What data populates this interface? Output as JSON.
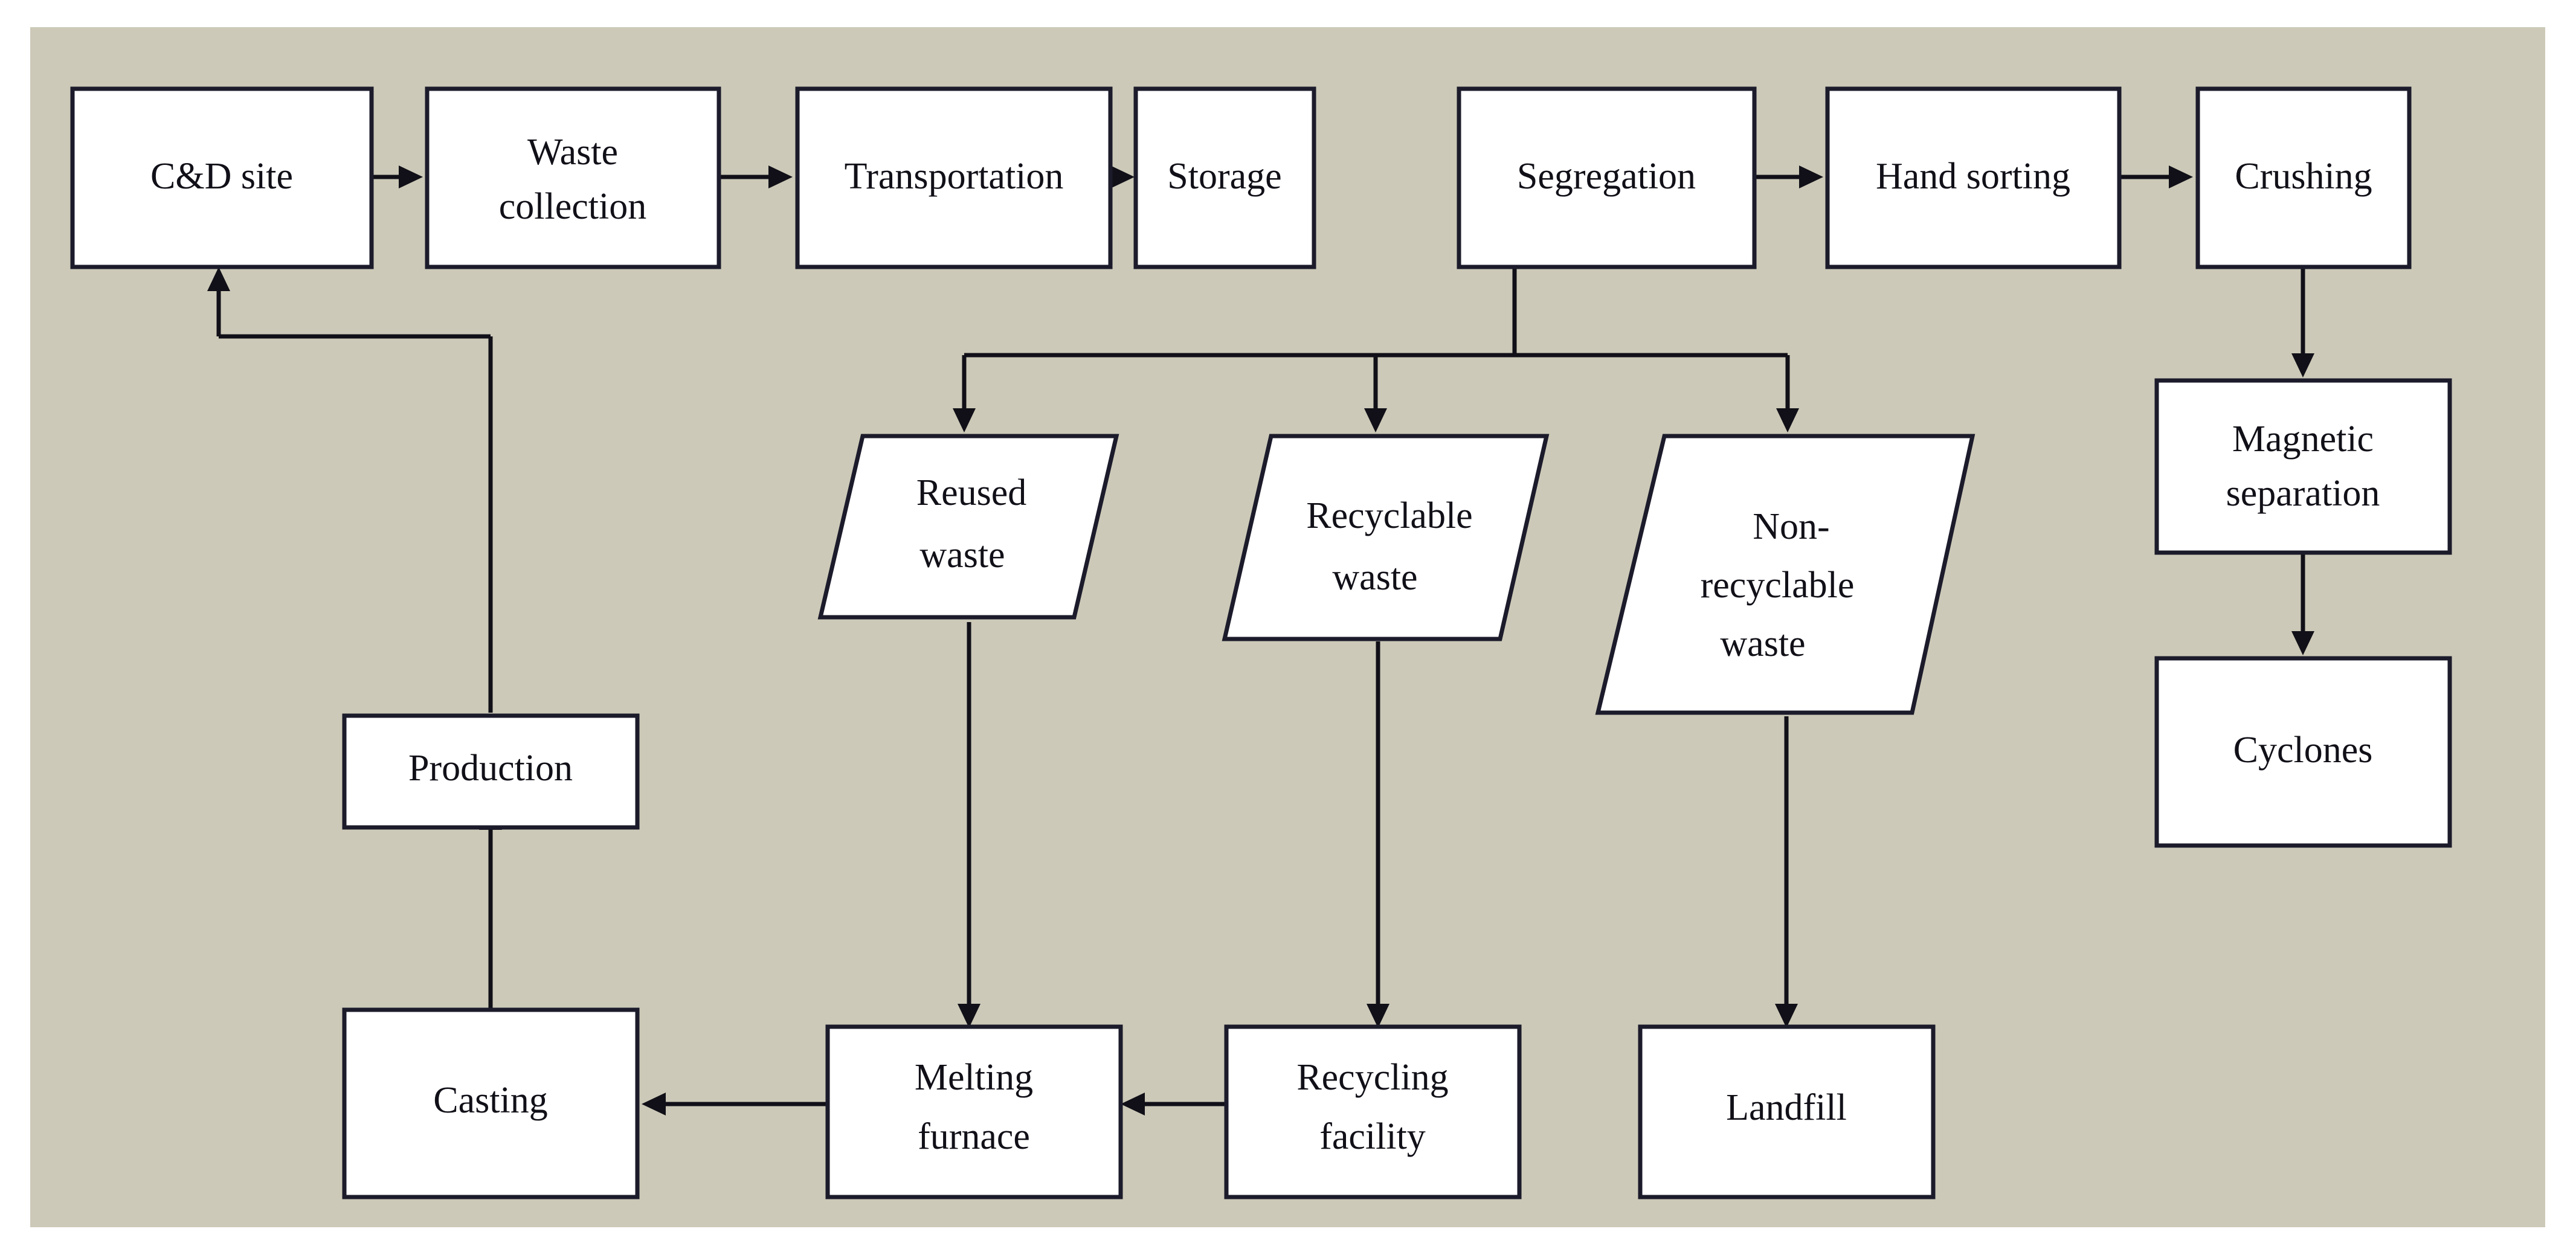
{
  "diagram": {
    "title": "C&D waste management and recycling process flowchart",
    "background_color": "#ccc9b8",
    "node_fill_color": "#ffffff",
    "node_stroke_color": "#1b1b2b",
    "edge_color": "#111018",
    "nodes": [
      {
        "id": "cd-site",
        "label": "C&D site",
        "shape": "rectangle",
        "lines": [
          "C&D site"
        ]
      },
      {
        "id": "waste-collection",
        "label": "Waste collection",
        "shape": "rectangle",
        "lines": [
          "Waste",
          "collection"
        ]
      },
      {
        "id": "transportation",
        "label": "Transportation",
        "shape": "rectangle",
        "lines": [
          "Transportation"
        ]
      },
      {
        "id": "storage",
        "label": "Storage",
        "shape": "rectangle",
        "lines": [
          "Storage"
        ]
      },
      {
        "id": "segregation",
        "label": "Segregation",
        "shape": "rectangle",
        "lines": [
          "Segregation"
        ]
      },
      {
        "id": "hand-sorting",
        "label": "Hand sorting",
        "shape": "rectangle",
        "lines": [
          "Hand sorting"
        ]
      },
      {
        "id": "crushing",
        "label": "Crushing",
        "shape": "rectangle",
        "lines": [
          "Crushing"
        ]
      },
      {
        "id": "magnetic-separation",
        "label": "Magnetic separation",
        "shape": "rectangle",
        "lines": [
          "Magnetic",
          "separation"
        ]
      },
      {
        "id": "cyclones",
        "label": "Cyclones",
        "shape": "rectangle",
        "lines": [
          "Cyclones"
        ]
      },
      {
        "id": "reused-waste",
        "label": "Reused waste",
        "shape": "parallelogram",
        "lines": [
          "Reused",
          "waste"
        ]
      },
      {
        "id": "recyclable-waste",
        "label": "Recyclable waste",
        "shape": "parallelogram",
        "lines": [
          "Recyclable",
          "waste"
        ]
      },
      {
        "id": "non-recyclable-waste",
        "label": "Non-recyclable waste",
        "shape": "parallelogram",
        "lines": [
          "Non-",
          "recyclable",
          "waste"
        ]
      },
      {
        "id": "production",
        "label": "Production",
        "shape": "rectangle",
        "lines": [
          "Production"
        ]
      },
      {
        "id": "casting",
        "label": "Casting",
        "shape": "rectangle",
        "lines": [
          "Casting"
        ]
      },
      {
        "id": "melting-furnace",
        "label": "Melting furnace",
        "shape": "rectangle",
        "lines": [
          "Melting",
          "furnace"
        ]
      },
      {
        "id": "recycling-facility",
        "label": "Recycling facility",
        "shape": "rectangle",
        "lines": [
          "Recycling",
          "facility"
        ]
      },
      {
        "id": "landfill",
        "label": "Landfill",
        "shape": "rectangle",
        "lines": [
          "Landfill"
        ]
      }
    ],
    "edges": [
      {
        "from": "cd-site",
        "to": "waste-collection"
      },
      {
        "from": "waste-collection",
        "to": "transportation"
      },
      {
        "from": "transportation",
        "to": "storage"
      },
      {
        "from": "storage",
        "to": "segregation"
      },
      {
        "from": "segregation",
        "to": "hand-sorting"
      },
      {
        "from": "hand-sorting",
        "to": "crushing"
      },
      {
        "from": "crushing",
        "to": "magnetic-separation"
      },
      {
        "from": "magnetic-separation",
        "to": "cyclones"
      },
      {
        "from": "segregation",
        "to": "reused-waste"
      },
      {
        "from": "segregation",
        "to": "recyclable-waste"
      },
      {
        "from": "segregation",
        "to": "non-recyclable-waste"
      },
      {
        "from": "reused-waste",
        "to": "melting-furnace"
      },
      {
        "from": "recyclable-waste",
        "to": "recycling-facility"
      },
      {
        "from": "non-recyclable-waste",
        "to": "landfill"
      },
      {
        "from": "recycling-facility",
        "to": "melting-furnace"
      },
      {
        "from": "melting-furnace",
        "to": "casting"
      },
      {
        "from": "casting",
        "to": "production"
      },
      {
        "from": "production",
        "to": "cd-site"
      }
    ]
  }
}
